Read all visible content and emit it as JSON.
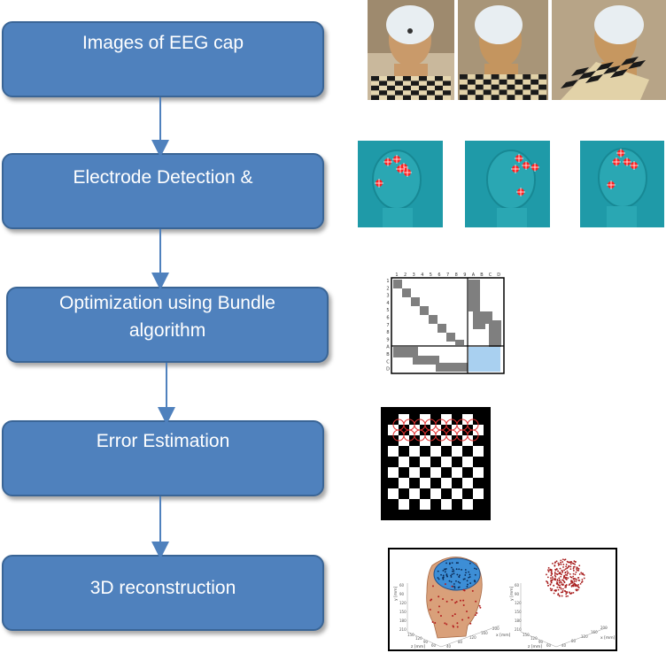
{
  "colors": {
    "box_fill": "#4f81bd",
    "box_border": "#3a6596",
    "arrow": "#4f81bd",
    "marker": "#ff0000",
    "teal": "#1f9aa8"
  },
  "steps": [
    {
      "line1": "Images of EEG cap",
      "line2": ""
    },
    {
      "line1": "Electrode Detection &",
      "line2": ""
    },
    {
      "line1": "Optimization using Bundle",
      "line2": "algorithm"
    },
    {
      "line1": "Error Estimation",
      "line2": ""
    },
    {
      "line1": "3D reconstruction",
      "line2": ""
    }
  ],
  "matrix": {
    "col_labels": [
      "1",
      "2",
      "3",
      "4",
      "5",
      "6",
      "7",
      "8",
      "9",
      "A",
      "B",
      "C",
      "D"
    ],
    "row_labels": [
      "1",
      "2",
      "3",
      "4",
      "5",
      "6",
      "7",
      "8",
      "9",
      "A",
      "B",
      "C",
      "D"
    ]
  },
  "plot3d": {
    "left": {
      "ylabel": "y [mm]",
      "xlabel": "x [mm]",
      "zlabel": "z [mm]",
      "yticks": [
        "60",
        "90",
        "120",
        "150",
        "180",
        "210"
      ],
      "xticks": [
        "40",
        "80",
        "120",
        "160",
        "200"
      ],
      "zticks": [
        "150",
        "120",
        "90",
        "60"
      ]
    },
    "right": {
      "ylabel": "y [mm]",
      "xlabel": "x [mm]",
      "zlabel": "z [mm]",
      "yticks": [
        "60",
        "90",
        "120",
        "150",
        "180",
        "210"
      ],
      "xticks": [
        "40",
        "80",
        "120",
        "160",
        "200"
      ],
      "zticks": [
        "150",
        "120",
        "90",
        "60"
      ]
    }
  }
}
